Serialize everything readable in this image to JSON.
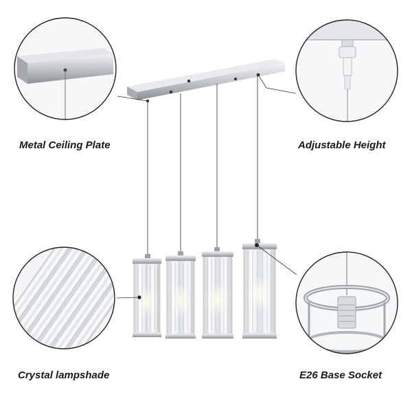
{
  "product": "Linear crystal pendant light with four cylindrical crystal shades",
  "callouts": {
    "metal_ceiling_plate": "Metal Ceiling Plate",
    "adjustable_height": "Adjustable Height",
    "crystal_lampshade": "Crystal lampshade",
    "e26_base_socket": "E26 Base Socket"
  },
  "colors": {
    "background": "#ffffff",
    "chrome": "#c9ccd1",
    "chrome_dark": "#8d9197",
    "crystal": "#e9ecef",
    "callout_circle": "#222222"
  }
}
